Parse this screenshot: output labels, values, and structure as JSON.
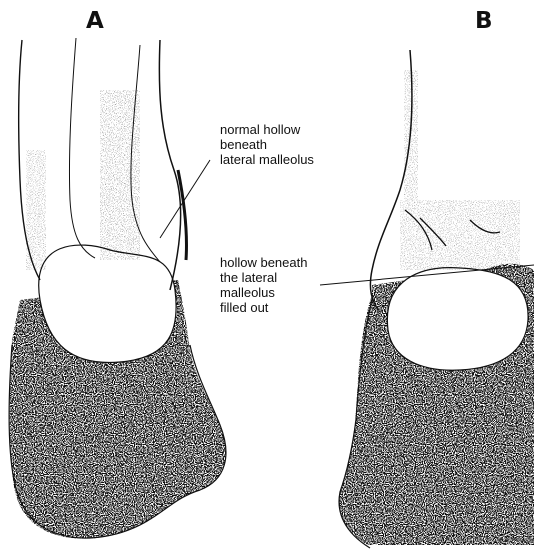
{
  "panels": {
    "a_label": "A",
    "b_label": "B"
  },
  "annotations": {
    "normal_hollow": {
      "line1": "normal hollow",
      "line2": "beneath",
      "line3": "lateral malleolus"
    },
    "filled_hollow": {
      "line1": "hollow beneath",
      "line2": "the lateral",
      "line3": "malleolus",
      "line4": "filled out"
    }
  },
  "colors": {
    "ink": "#111111",
    "paper": "#ffffff"
  }
}
